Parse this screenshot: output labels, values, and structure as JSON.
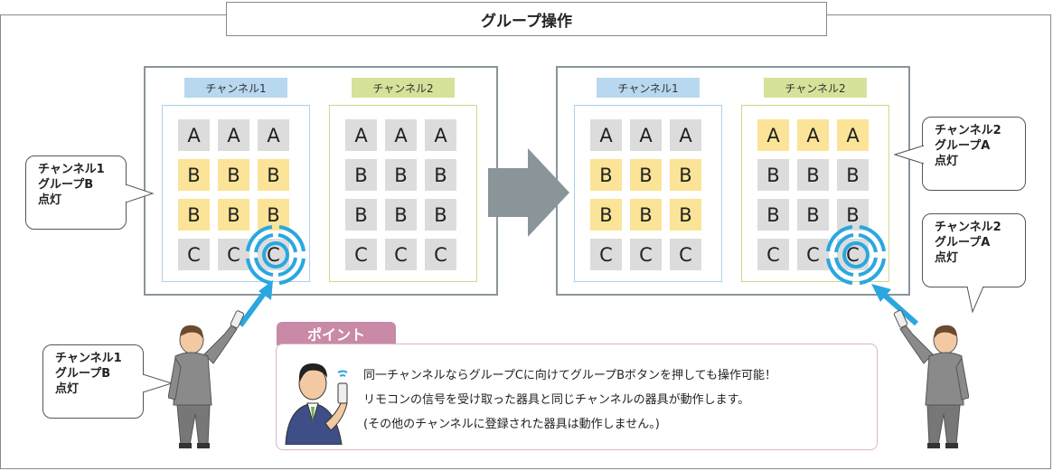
{
  "title": "グループ操作",
  "panels": [
    {
      "channels": [
        {
          "label": "チャンネル1",
          "rows": [
            [
              "A",
              "A",
              "A"
            ],
            [
              "B",
              "B",
              "B"
            ],
            [
              "B",
              "B",
              "B"
            ],
            [
              "C",
              "C",
              "C"
            ]
          ],
          "lit": [
            "B"
          ]
        },
        {
          "label": "チャンネル2",
          "rows": [
            [
              "A",
              "A",
              "A"
            ],
            [
              "B",
              "B",
              "B"
            ],
            [
              "B",
              "B",
              "B"
            ],
            [
              "C",
              "C",
              "C"
            ]
          ],
          "lit": []
        }
      ]
    },
    {
      "channels": [
        {
          "label": "チャンネル1",
          "rows": [
            [
              "A",
              "A",
              "A"
            ],
            [
              "B",
              "B",
              "B"
            ],
            [
              "B",
              "B",
              "B"
            ],
            [
              "C",
              "C",
              "C"
            ]
          ],
          "lit": [
            "B"
          ]
        },
        {
          "label": "チャンネル2",
          "rows": [
            [
              "A",
              "A",
              "A"
            ],
            [
              "B",
              "B",
              "B"
            ],
            [
              "B",
              "B",
              "B"
            ],
            [
              "C",
              "C",
              "C"
            ]
          ],
          "lit": [
            "A"
          ]
        }
      ]
    }
  ],
  "callouts": {
    "left_top": [
      "チャンネル1",
      "グループB",
      "点灯"
    ],
    "left_bottom": [
      "チャンネル1",
      "グループB",
      "点灯"
    ],
    "right_top": [
      "チャンネル2",
      "グループA",
      "点灯"
    ],
    "right_bottom": [
      "チャンネル2",
      "グループA",
      "点灯"
    ]
  },
  "point": {
    "tab_label": "ポイント",
    "lines": [
      "同一チャンネルならグループCに向けてグループBボタンを押しても操作可能！",
      "リモコンの信号を受け取った器具と同じチャンネルの器具が動作します。",
      "(その他のチャンネルに登録された器具は動作しません。)"
    ]
  },
  "colors": {
    "lit": "#fbe497",
    "off": "#dcdcdc",
    "channel1": "#b7d8ee",
    "channel2": "#d6e29a",
    "signal": "#2aa7df",
    "arrow": "#8a959a",
    "point_tab": "#c98aa7"
  }
}
